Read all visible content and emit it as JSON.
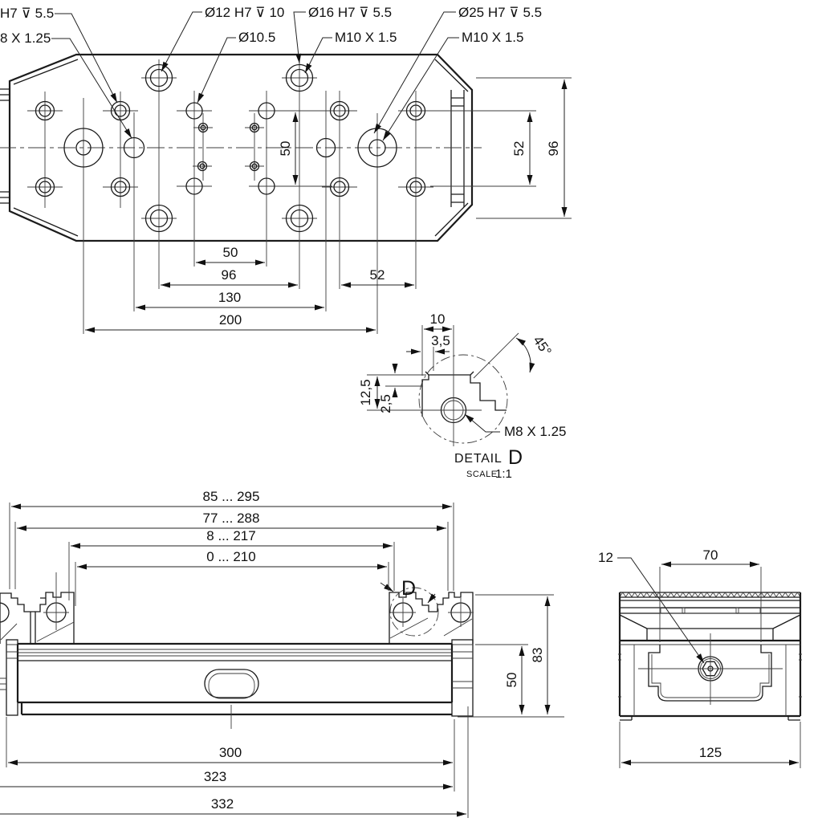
{
  "drawing": {
    "callouts": {
      "c1": "H7 ⊽ 5.5",
      "c2": "8 X 1.25",
      "c3": "Ø12 H7 ⊽ 10",
      "c4": "Ø10.5",
      "c5": "Ø16 H7 ⊽ 5.5",
      "c6": "M10 X 1.5",
      "c7": "Ø25 H7 ⊽ 5.5",
      "c8": "M10 X 1.5"
    },
    "top_view": {
      "dim_50_view": "50",
      "dim_52_vert": "52",
      "dim_96_vert": "96",
      "dim_50_h": "50",
      "dim_96_h": "96",
      "dim_130_h": "130",
      "dim_200_h": "200",
      "dim_52_h": "52"
    },
    "detail": {
      "dim_10": "10",
      "dim_3_5": "3,5",
      "dim_12_5": "12,5",
      "dim_2_5": "2,5",
      "dim_45": "45°",
      "thread": "M8 X 1.25",
      "title": "DETAIL",
      "letter": "D",
      "scale_label": "SCALE",
      "scale_value": "1:1"
    },
    "front_view": {
      "range_1": "85 ... 295",
      "range_2": "77 ... 288",
      "range_3": "8 ... 217",
      "range_4": "0 ... 210",
      "detail_marker": "D",
      "dim_50": "50",
      "dim_83": "83",
      "dim_300": "300",
      "dim_323": "323",
      "dim_332": "332"
    },
    "side_view": {
      "dim_12": "12",
      "dim_70": "70",
      "dim_125": "125"
    }
  }
}
